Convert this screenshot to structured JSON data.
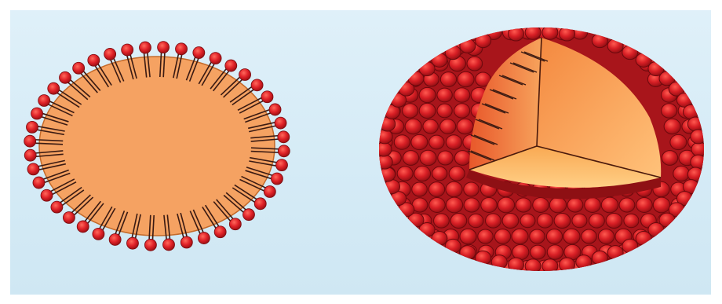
{
  "figure": {
    "background_color": "#d7ecf7",
    "frame_color": "#ffffff",
    "left_structure": {
      "name": "micelle-cross-section",
      "head_count": 44,
      "core_color": "#f5a262",
      "head_color": "#e4242b",
      "tail_color": "#3a1a12"
    },
    "right_structure": {
      "name": "micelle-cutaway",
      "sphere_color": "#b51c20",
      "head_color": "#d8282c",
      "interior_color": "#f5a058"
    }
  }
}
